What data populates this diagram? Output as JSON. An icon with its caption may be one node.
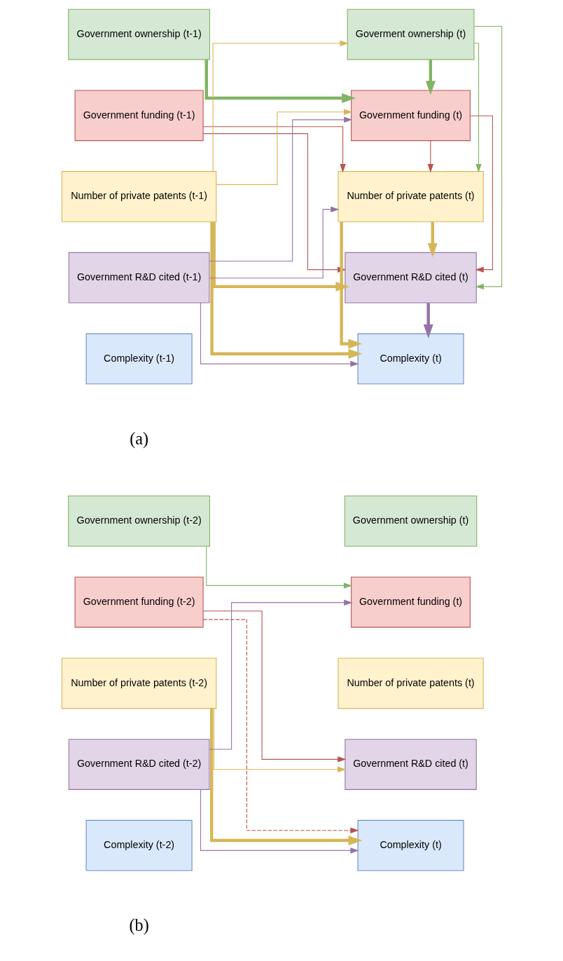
{
  "diagram": {
    "nodes": [
      {
        "text": [
          "Government ownership (t-1)"
        ]
      },
      {
        "text": [
          "Government funding (t-1)"
        ]
      },
      {
        "text": [
          "Number of private patents (t-1)"
        ]
      },
      {
        "text": [
          "Government R&D cited (t-1)"
        ]
      },
      {
        "text": [
          "Complexity (t-1)"
        ]
      },
      {
        "text": [
          "Goverment ownership (t)"
        ]
      },
      {
        "text": [
          "Government funding (t)"
        ]
      },
      {
        "text": [
          "Number of private patents (t)"
        ]
      },
      {
        "text": [
          "Government R&D cited (t)"
        ]
      },
      {
        "text": [
          "Complexity (t)"
        ]
      },
      {
        "text": [
          "Government ownership (t-2)"
        ]
      },
      {
        "text": [
          "Government funding (t-2)"
        ]
      },
      {
        "text": [
          "Number of private patents (t-2)"
        ]
      },
      {
        "text": [
          "Government R&D cited (t-2)"
        ]
      },
      {
        "text": [
          "Complexity (t-2)"
        ]
      },
      {
        "text": [
          "Government ownership (t)"
        ]
      },
      {
        "text": [
          "Government funding (t)"
        ]
      },
      {
        "text": [
          "Number of private patents (t)"
        ]
      },
      {
        "text": [
          "Government R&D cited (t)"
        ]
      },
      {
        "text": [
          "Complexity (t)"
        ]
      }
    ],
    "edges": [
      {
        "from": 0,
        "to": 6,
        "arrow": "to",
        "style": "thick",
        "color": "#82b366"
      },
      {
        "from": 1,
        "to": 7,
        "arrow": "to",
        "color": "#b85450"
      },
      {
        "from": 1,
        "to": 8,
        "arrow": "to",
        "color": "#b85450"
      },
      {
        "from": 2,
        "to": 5,
        "arrow": "to",
        "color": "#d6b656"
      },
      {
        "from": 2,
        "to": 6,
        "arrow": "to",
        "color": "#d6b656"
      },
      {
        "from": 2,
        "to": 8,
        "arrow": "to",
        "style": "thick",
        "color": "#d6b656"
      },
      {
        "from": 2,
        "to": 9,
        "arrow": "to",
        "style": "thick",
        "color": "#d6b656"
      },
      {
        "from": 3,
        "to": 6,
        "arrow": "to",
        "color": "#9673a6"
      },
      {
        "from": 3,
        "to": 7,
        "arrow": "to",
        "color": "#9673a6"
      },
      {
        "from": 3,
        "to": 9,
        "arrow": "to",
        "color": "#9673a6"
      },
      {
        "from": 5,
        "to": 6,
        "arrow": "to",
        "style": "thick",
        "color": "#82b366"
      },
      {
        "from": 5,
        "to": 7,
        "arrow": "to",
        "color": "#82b366"
      },
      {
        "from": 5,
        "to": 8,
        "arrow": "to",
        "color": "#82b366"
      },
      {
        "from": 6,
        "to": 7,
        "arrow": "to",
        "color": "#b85450"
      },
      {
        "from": 6,
        "to": 8,
        "arrow": "to",
        "color": "#b85450"
      },
      {
        "from": 7,
        "to": 8,
        "arrow": "to",
        "style": "thick",
        "color": "#d6b656"
      },
      {
        "from": 7,
        "to": 9,
        "arrow": "to",
        "style": "thick",
        "color": "#d6b656"
      },
      {
        "from": 8,
        "to": 9,
        "arrow": "to",
        "style": "thick",
        "color": "#9673a6"
      },
      {
        "from": 10,
        "to": 16,
        "arrow": "to",
        "color": "#82b366"
      },
      {
        "from": 11,
        "to": 18,
        "arrow": "to",
        "color": "#b85450"
      },
      {
        "from": 11,
        "to": 19,
        "arrow": "to",
        "style": "dashed",
        "color": "#b85450"
      },
      {
        "from": 12,
        "to": 18,
        "arrow": "to",
        "color": "#d6b656"
      },
      {
        "from": 12,
        "to": 19,
        "arrow": "to",
        "style": "thick",
        "color": "#d6b656"
      },
      {
        "from": 13,
        "to": 16,
        "arrow": "to",
        "color": "#9673a6"
      },
      {
        "from": 13,
        "to": 19,
        "arrow": "to",
        "color": "#9673a6"
      }
    ],
    "labels": [
      "(a)",
      "(b)"
    ]
  }
}
